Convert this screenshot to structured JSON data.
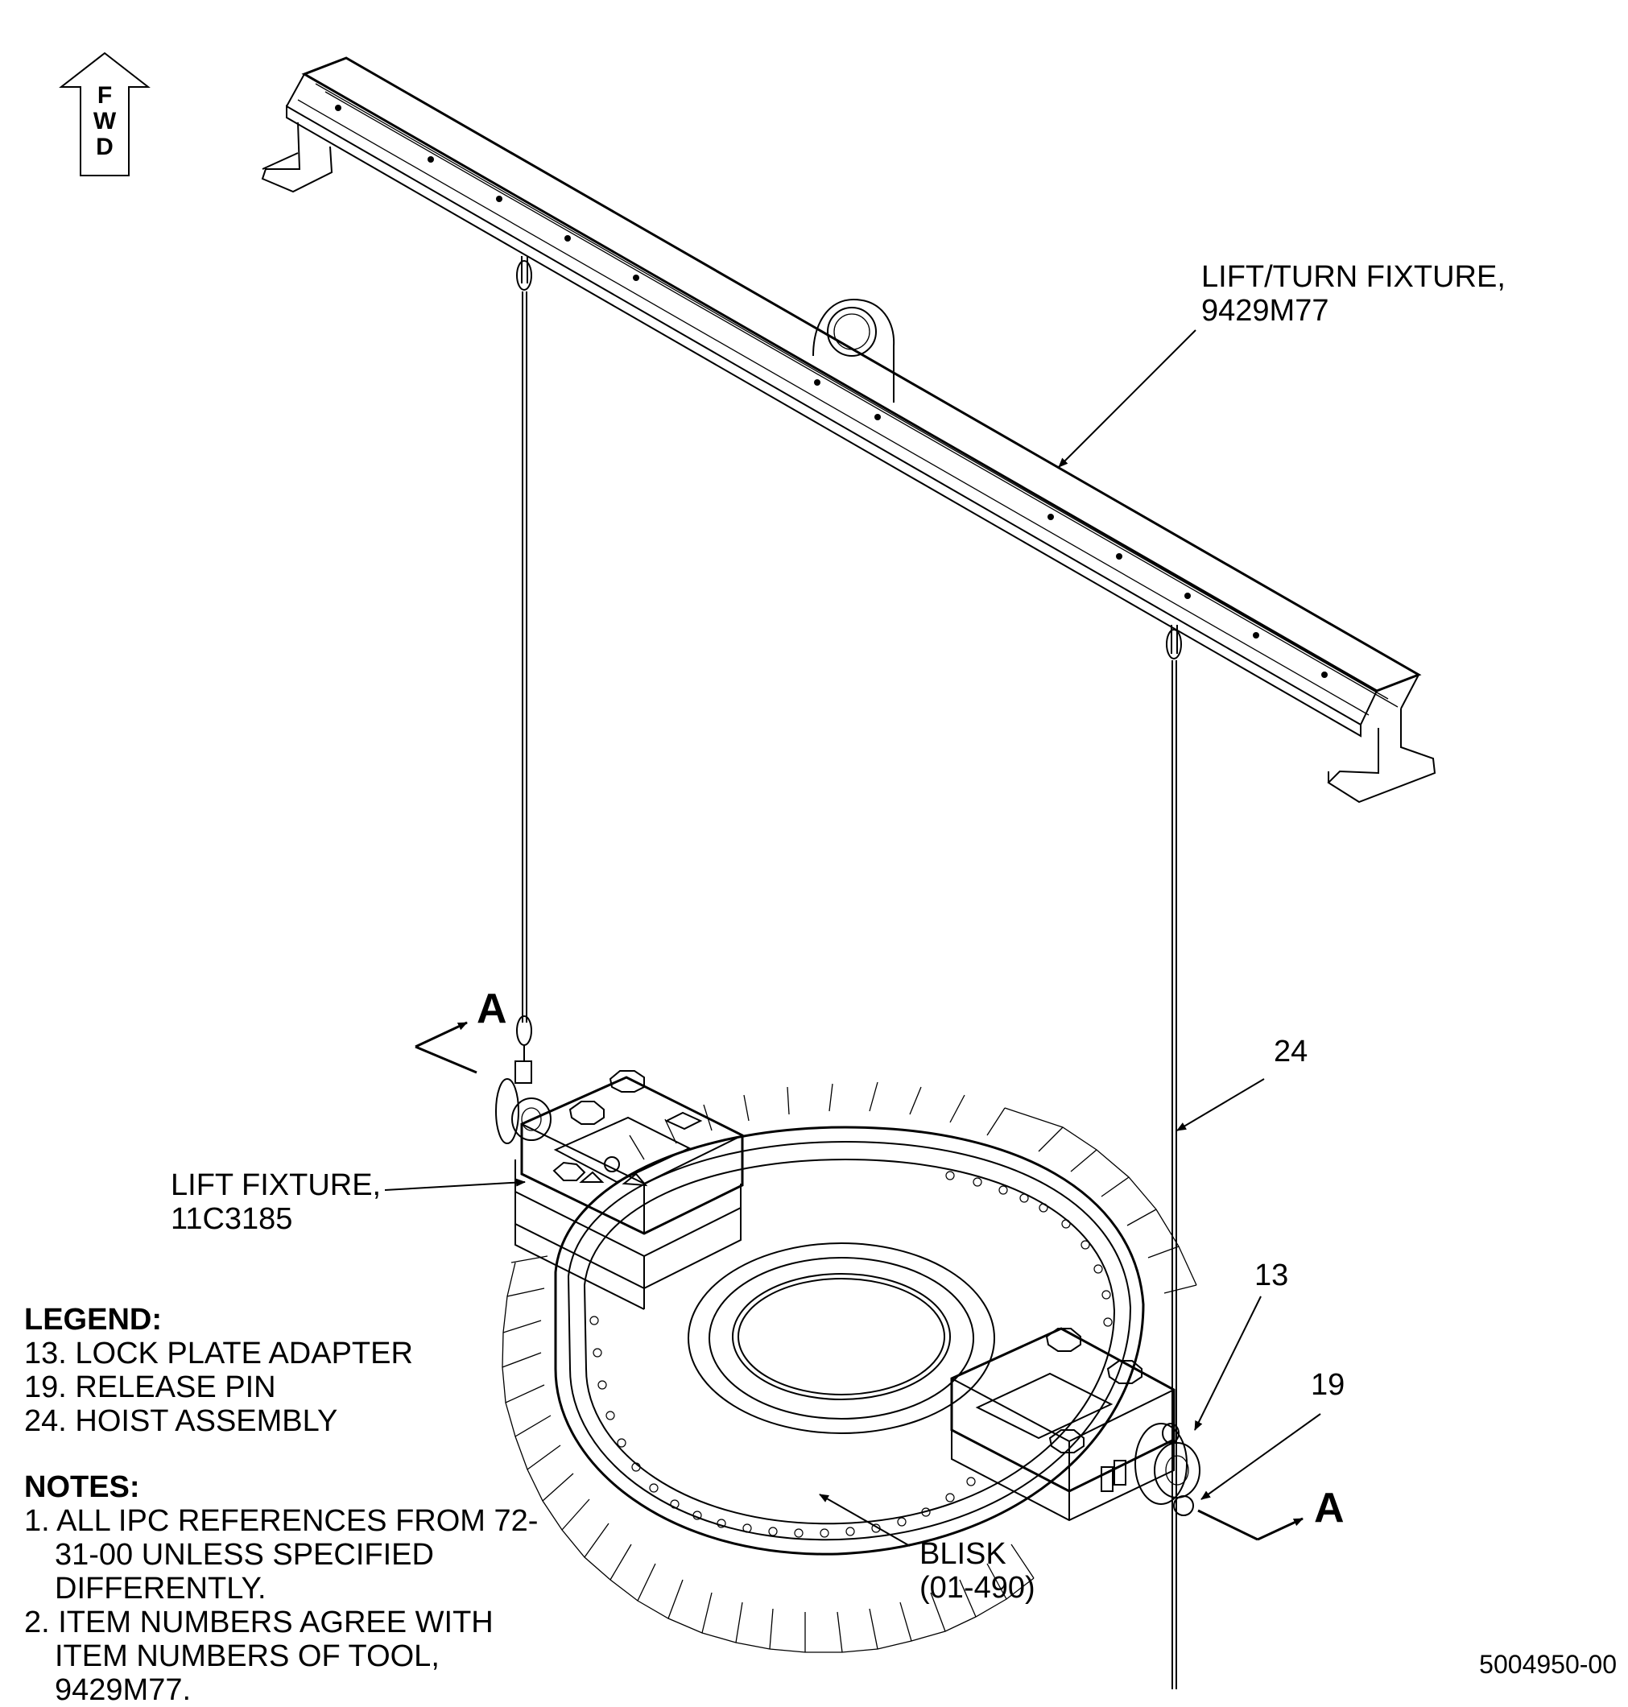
{
  "orientation": {
    "letters": [
      "F",
      "W",
      "D"
    ]
  },
  "callouts": {
    "lift_turn_fixture": [
      "LIFT/TURN FIXTURE,",
      "9429M77"
    ],
    "lift_fixture": [
      "LIFT FIXTURE,",
      "11C3185"
    ],
    "blisk": [
      "BLISK",
      "(01-490)"
    ],
    "item_24": "24",
    "item_13": "13",
    "item_19": "19",
    "section_a": "A"
  },
  "legend": {
    "heading": "LEGEND:",
    "items": [
      "13. LOCK PLATE ADAPTER",
      "19. RELEASE PIN",
      "24. HOIST ASSEMBLY"
    ]
  },
  "notes": {
    "heading": "NOTES:",
    "items": [
      "1. ALL IPC REFERENCES FROM 72-31-00 UNLESS SPECIFIED DIFFERENTLY.",
      "2. ITEM NUMBERS AGREE WITH ITEM NUMBERS OF TOOL, 9429M77."
    ]
  },
  "figure_number": "5004950-00"
}
